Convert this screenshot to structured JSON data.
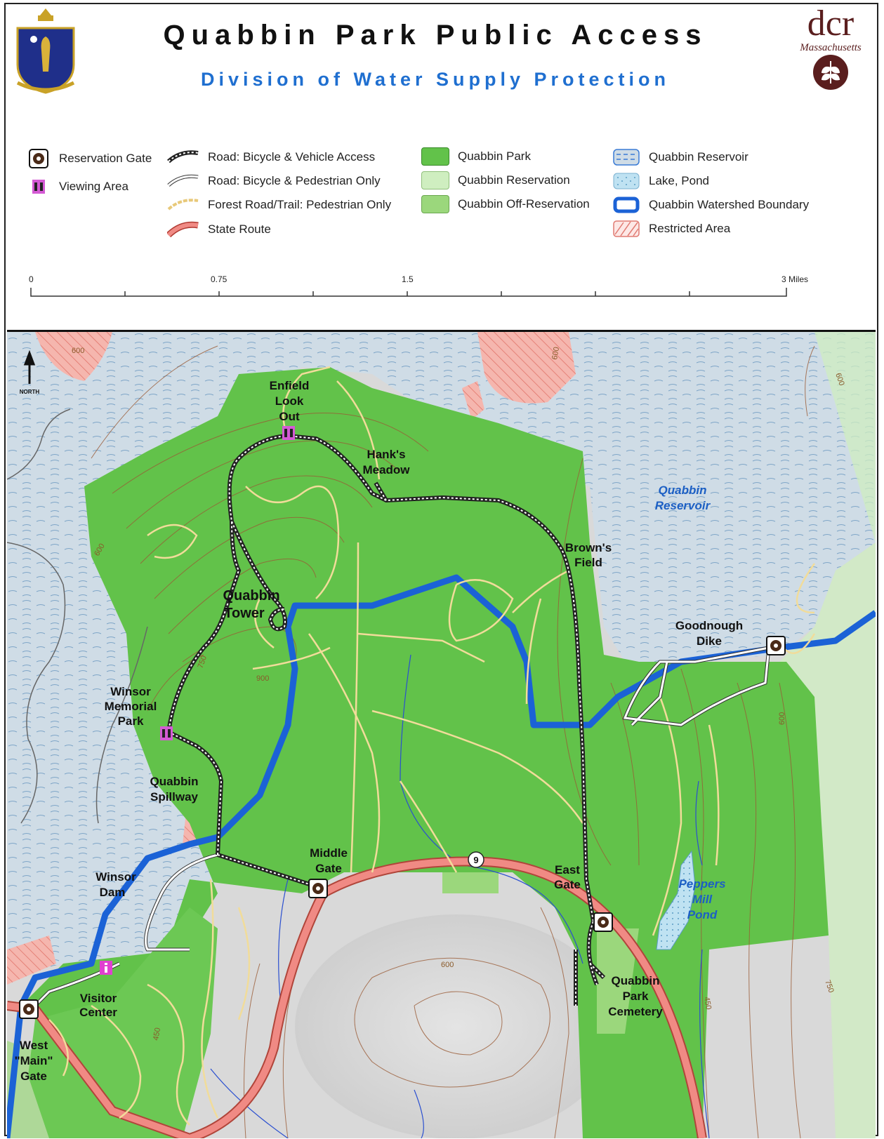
{
  "header": {
    "title": "Quabbin Park Public Access",
    "subtitle": "Division of Water Supply Protection",
    "logo_text": "dcr",
    "logo_subtext": "Massachusetts"
  },
  "legend": {
    "reservation_gate": "Reservation Gate",
    "viewing_area": "Viewing Area",
    "road_vehicle": "Road: Bicycle & Vehicle Access",
    "road_pedestrian": "Road: Bicycle & Pedestrian Only",
    "forest_road": "Forest Road/Trail: Pedestrian Only",
    "state_route": "State Route",
    "quabbin_park": "Quabbin Park",
    "quabbin_reservation": "Quabbin Reservation",
    "quabbin_off_reservation": "Quabbin Off-Reservation",
    "quabbin_reservoir": "Quabbin Reservoir",
    "lake_pond": "Lake, Pond",
    "watershed_boundary": "Quabbin Watershed Boundary",
    "restricted_area": "Restricted Area"
  },
  "scale_bar": {
    "labels": [
      "0",
      "0.75",
      "1.5",
      "3 Miles"
    ]
  },
  "map": {
    "north": "NORTH",
    "route_number": "9",
    "contours": [
      "600",
      "600",
      "600",
      "600",
      "750",
      "900",
      "600",
      "600",
      "750",
      "450",
      "450"
    ],
    "places": {
      "enfield_1": "Enfield",
      "enfield_2": "Look",
      "enfield_3": "Out",
      "hanks_1": "Hank's",
      "hanks_2": "Meadow",
      "reservoir_1": "Quabbin",
      "reservoir_2": "Reservoir",
      "browns_1": "Brown's",
      "browns_2": "Field",
      "tower_1": "Quabbin",
      "tower_2": "Tower",
      "goodnough_1": "Goodnough",
      "goodnough_2": "Dike",
      "winsor_mem_1": "Winsor",
      "winsor_mem_2": "Memorial",
      "winsor_mem_3": "Park",
      "spillway_1": "Quabbin",
      "spillway_2": "Spillway",
      "middle_1": "Middle",
      "middle_2": "Gate",
      "east_1": "East",
      "east_2": "Gate",
      "peppers_1": "Peppers",
      "peppers_2": "Mill",
      "peppers_3": "Pond",
      "dam_1": "Winsor",
      "dam_2": "Dam",
      "visitor_1": "Visitor",
      "visitor_2": "Center",
      "cemetery_1": "Quabbin",
      "cemetery_2": "Park",
      "cemetery_3": "Cemetery",
      "west_1": "West",
      "west_2": "\"Main\"",
      "west_3": "Gate"
    }
  },
  "colors": {
    "park_green": "#62c24a",
    "reservation_green": "#cfeec0",
    "off_reservation_green": "#9bd77c",
    "reservoir_blue": "#cfdce6",
    "watershed_blue": "#1b62d6",
    "state_route_red": "#f08a84",
    "restricted_red": "#f09a92",
    "contour_brown": "#9a5b36"
  }
}
